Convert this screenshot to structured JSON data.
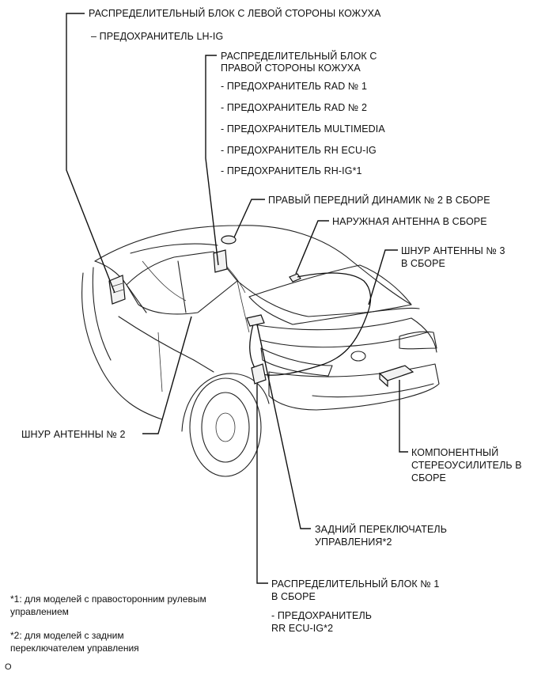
{
  "labels": {
    "left_cowl_block": "РАСПРЕДЕЛИТЕЛЬНЫЙ БЛОК С ЛЕВОЙ СТОРОНЫ КОЖУХА",
    "left_cowl_fuse": "– ПРЕДОХРАНИТЕЛЬ LH-IG",
    "right_cowl_block_line1": "РАСПРЕДЕЛИТЕЛЬНЫЙ БЛОК С",
    "right_cowl_block_line2": "ПРАВОЙ СТОРОНЫ КОЖУХА",
    "right_fuse_1": "- ПРЕДОХРАНИТЕЛЬ RAD № 1",
    "right_fuse_2": "- ПРЕДОХРАНИТЕЛЬ RAD № 2",
    "right_fuse_3": "- ПРЕДОХРАНИТЕЛЬ MULTIMEDIA",
    "right_fuse_4": "- ПРЕДОХРАНИТЕЛЬ RH ECU-IG",
    "right_fuse_5": "- ПРЕДОХРАНИТЕЛЬ RH-IG*1",
    "front_speaker": "ПРАВЫЙ ПЕРЕДНИЙ ДИНАМИК № 2 В СБОРЕ",
    "outer_antenna": "НАРУЖНАЯ АНТЕННА В СБОРЕ",
    "antenna_cord3_line1": "ШНУР АНТЕННЫ № 3",
    "antenna_cord3_line2": "В СБОРЕ",
    "antenna_cord2": "ШНУР АНТЕННЫ № 2",
    "amplifier_line1": "КОМПОНЕНТНЫЙ",
    "amplifier_line2": "СТЕРЕОУСИЛИТЕЛЬ В",
    "amplifier_line3": "СБОРЕ",
    "rear_switch_line1": "ЗАДНИЙ ПЕРЕКЛЮЧАТЕЛЬ",
    "rear_switch_line2": "УПРАВЛЕНИЯ*2",
    "junction_block1_line1": "РАСПРЕДЕЛИТЕЛЬНЫЙ БЛОК № 1",
    "junction_block1_line2": "В СБОРЕ",
    "junction_block1_fuse_line1": "- ПРЕДОХРАНИТЕЛЬ",
    "junction_block1_fuse_line2": "RR ECU-IG*2"
  },
  "notes": {
    "note1_line1": "*1: для моделей с правосторонним рулевым",
    "note1_line2": "управлением",
    "note2_line1": "*2: для моделей с задним",
    "note2_line2": "переключателем управления"
  },
  "footer": {
    "code": "O"
  }
}
